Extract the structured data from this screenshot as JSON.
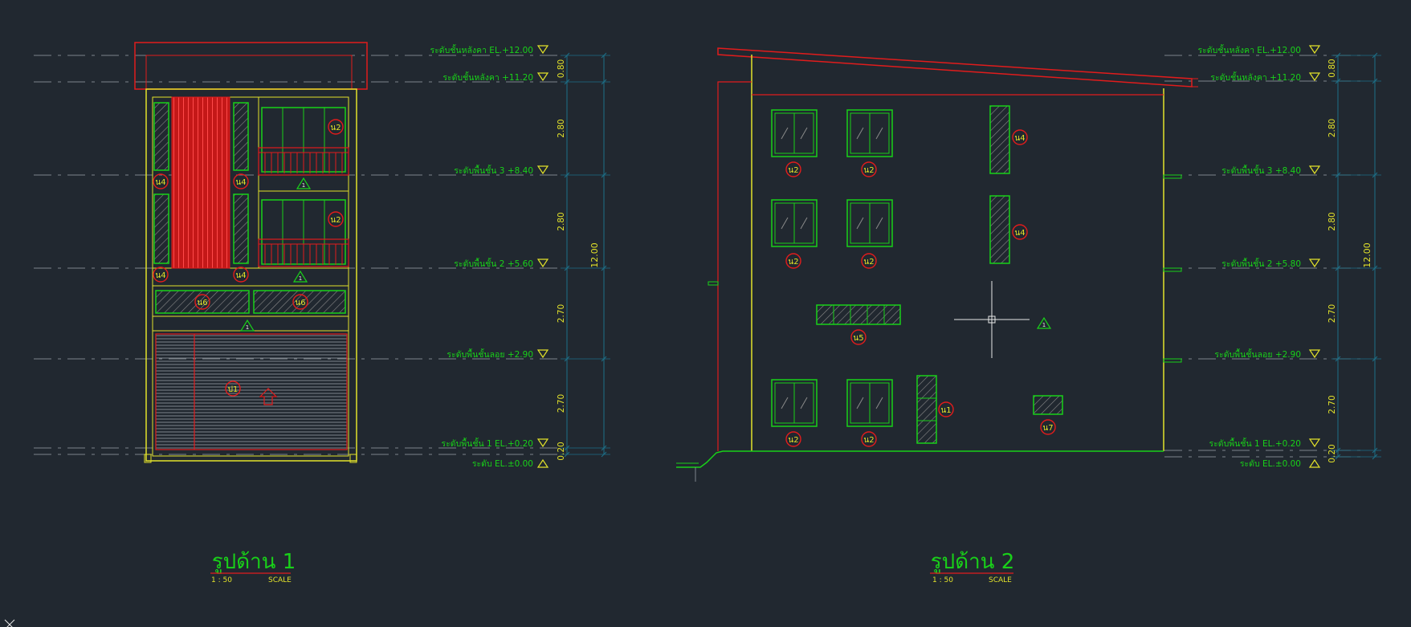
{
  "colors": {
    "background": "#212830",
    "green": "#19d119",
    "yellow": "#e2e22a",
    "red": "#e11c1c",
    "cyan": "#1d6f88",
    "grey": "#7d858b",
    "white": "#e8e8e8",
    "hatch": "#8a8a8a"
  },
  "elevation_left": {
    "title": "รูปด้าน 1",
    "scale_label": "1  :  50",
    "scale_word": "SCALE",
    "total_dim": "12.00",
    "levels": [
      {
        "label": "ระดับชั้นหลังคา EL.+12.00",
        "marker": "down"
      },
      {
        "label": "ระดับชั้นหลังคา +11.20",
        "marker": "down"
      },
      {
        "label": "ระดับพื้นชั้น 3 +8.40",
        "marker": "down"
      },
      {
        "label": "ระดับพื้นชั้น 2 +5.60",
        "marker": "down"
      },
      {
        "label": "ระดับพื้นชั้นลอย +2.90",
        "marker": "down"
      },
      {
        "label": "ระดับพื้นชั้น 1 EL.+0.20",
        "marker": "down"
      },
      {
        "label": "ระดับ EL.±0.00",
        "marker": "up"
      }
    ],
    "dims": [
      "0.80",
      "2.80",
      "2.80",
      "2.70",
      "2.70",
      "0.20"
    ],
    "tags": [
      "น4",
      "น4",
      "น4",
      "น4",
      "น2",
      "น2",
      "น6",
      "น6",
      "ป1"
    ],
    "sections": [
      "1",
      "1",
      "1"
    ]
  },
  "elevation_right": {
    "title": "รูปด้าน 2",
    "scale_label": "1  :  50",
    "scale_word": "SCALE",
    "total_dim": "12.00",
    "levels": [
      {
        "label": "ระดับชั้นหลังคา EL.+12.00",
        "marker": "down"
      },
      {
        "label": "ระดับชั้นหลังคา +11.20",
        "marker": "down"
      },
      {
        "label": "ระดับพื้นชั้น 3 +8.40",
        "marker": "down"
      },
      {
        "label": "ระดับพื้นชั้น 2 +5.80",
        "marker": "down"
      },
      {
        "label": "ระดับพื้นชั้นลอย +2.90",
        "marker": "down"
      },
      {
        "label": "ระดับพื้นชั้น 1 EL.+0.20",
        "marker": "down"
      },
      {
        "label": "ระดับ EL.±0.00",
        "marker": "up"
      }
    ],
    "dims": [
      "0.80",
      "2.80",
      "2.80",
      "2.70",
      "2.70",
      "0.20"
    ],
    "tags": [
      "น2",
      "น2",
      "น4",
      "น2",
      "น2",
      "น4",
      "น5",
      "น2",
      "น2",
      "น1",
      "น7"
    ],
    "sections": [
      "1"
    ]
  }
}
